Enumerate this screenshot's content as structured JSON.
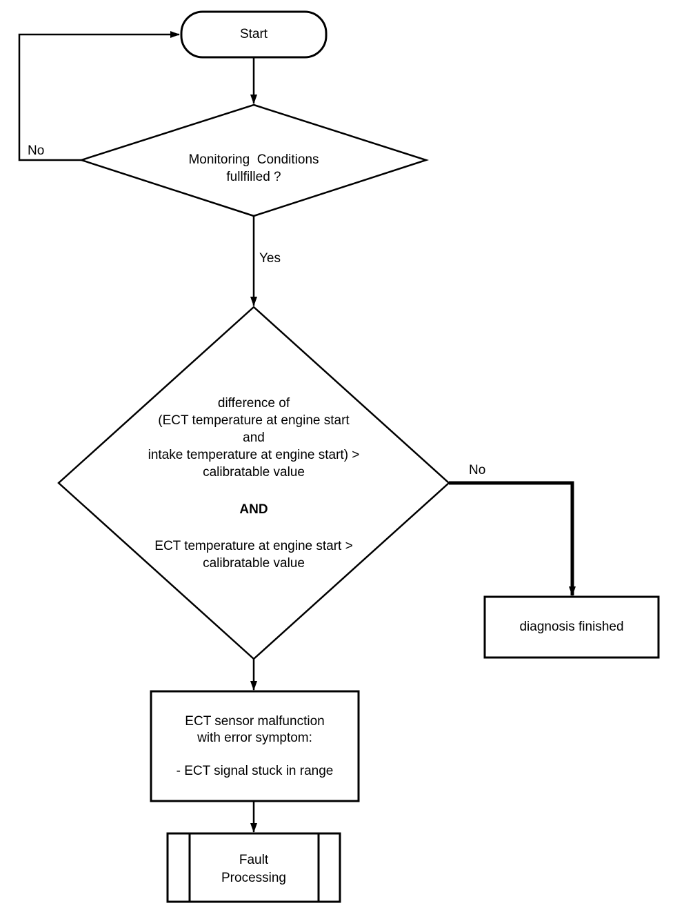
{
  "colors": {
    "stroke": "#000000",
    "background": "#ffffff"
  },
  "nodes": {
    "start": {
      "shape": "terminator",
      "label": "Start"
    },
    "monitoring_decision": {
      "shape": "decision",
      "label": "Monitoring  Conditions\nfullfilled ?"
    },
    "condition_decision": {
      "shape": "decision",
      "upper": "difference of\n(ECT temperature at engine start\nand\nintake temperature at engine start) >\ncalibratable value",
      "operator": "AND",
      "lower": "ECT temperature at engine start >\ncalibratable value"
    },
    "diagnosis_finished": {
      "shape": "process",
      "label": "diagnosis finished"
    },
    "ect_malfunction": {
      "shape": "process",
      "label": "ECT sensor malfunction\nwith error symptom:\n\n- ECT signal stuck in range"
    },
    "fault_processing": {
      "shape": "predefined-process",
      "label": "Fault\nProcessing"
    }
  },
  "edge_labels": {
    "monitoring_no": "No",
    "monitoring_yes": "Yes",
    "condition_no": "No"
  }
}
